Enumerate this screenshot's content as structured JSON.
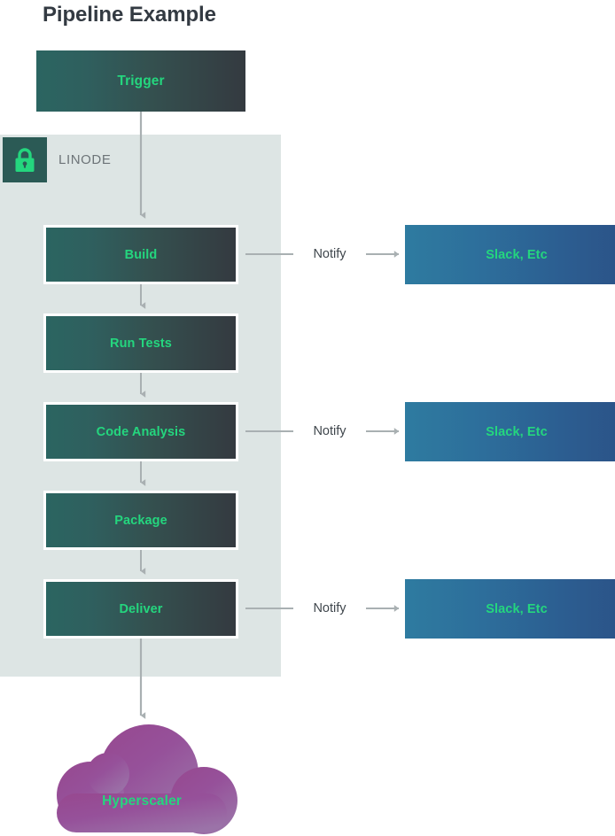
{
  "title": "Pipeline Example",
  "zone": {
    "label": "LINODE",
    "lock_icon": "lock-icon",
    "background_color": "#dde5e4",
    "badge_color": "#2b5a55",
    "lock_color": "#24d67e"
  },
  "colors": {
    "stage_gradient_start": "#2b6561",
    "stage_gradient_end": "#343a40",
    "accent_text": "#24d67e",
    "notify_gradient_start": "#2e7ba0",
    "notify_gradient_end": "#2b5287",
    "cloud_gradient_start": "#9b4f96",
    "cloud_gradient_end": "#9a6ba3",
    "connector_color": "#a9b0b2",
    "title_color": "#333a42",
    "zone_label_color": "#6d7478"
  },
  "trigger": {
    "label": "Trigger"
  },
  "stages": [
    {
      "label": "Build",
      "notify": true
    },
    {
      "label": "Run Tests",
      "notify": false
    },
    {
      "label": "Code Analysis",
      "notify": true
    },
    {
      "label": "Package",
      "notify": false
    },
    {
      "label": "Deliver",
      "notify": true
    }
  ],
  "notify_connector_label": "Notify",
  "notify_targets": [
    {
      "label": "Slack, Etc"
    },
    {
      "label": "Slack, Etc"
    },
    {
      "label": "Slack, Etc"
    }
  ],
  "cloud": {
    "label": "Hyperscaler"
  }
}
